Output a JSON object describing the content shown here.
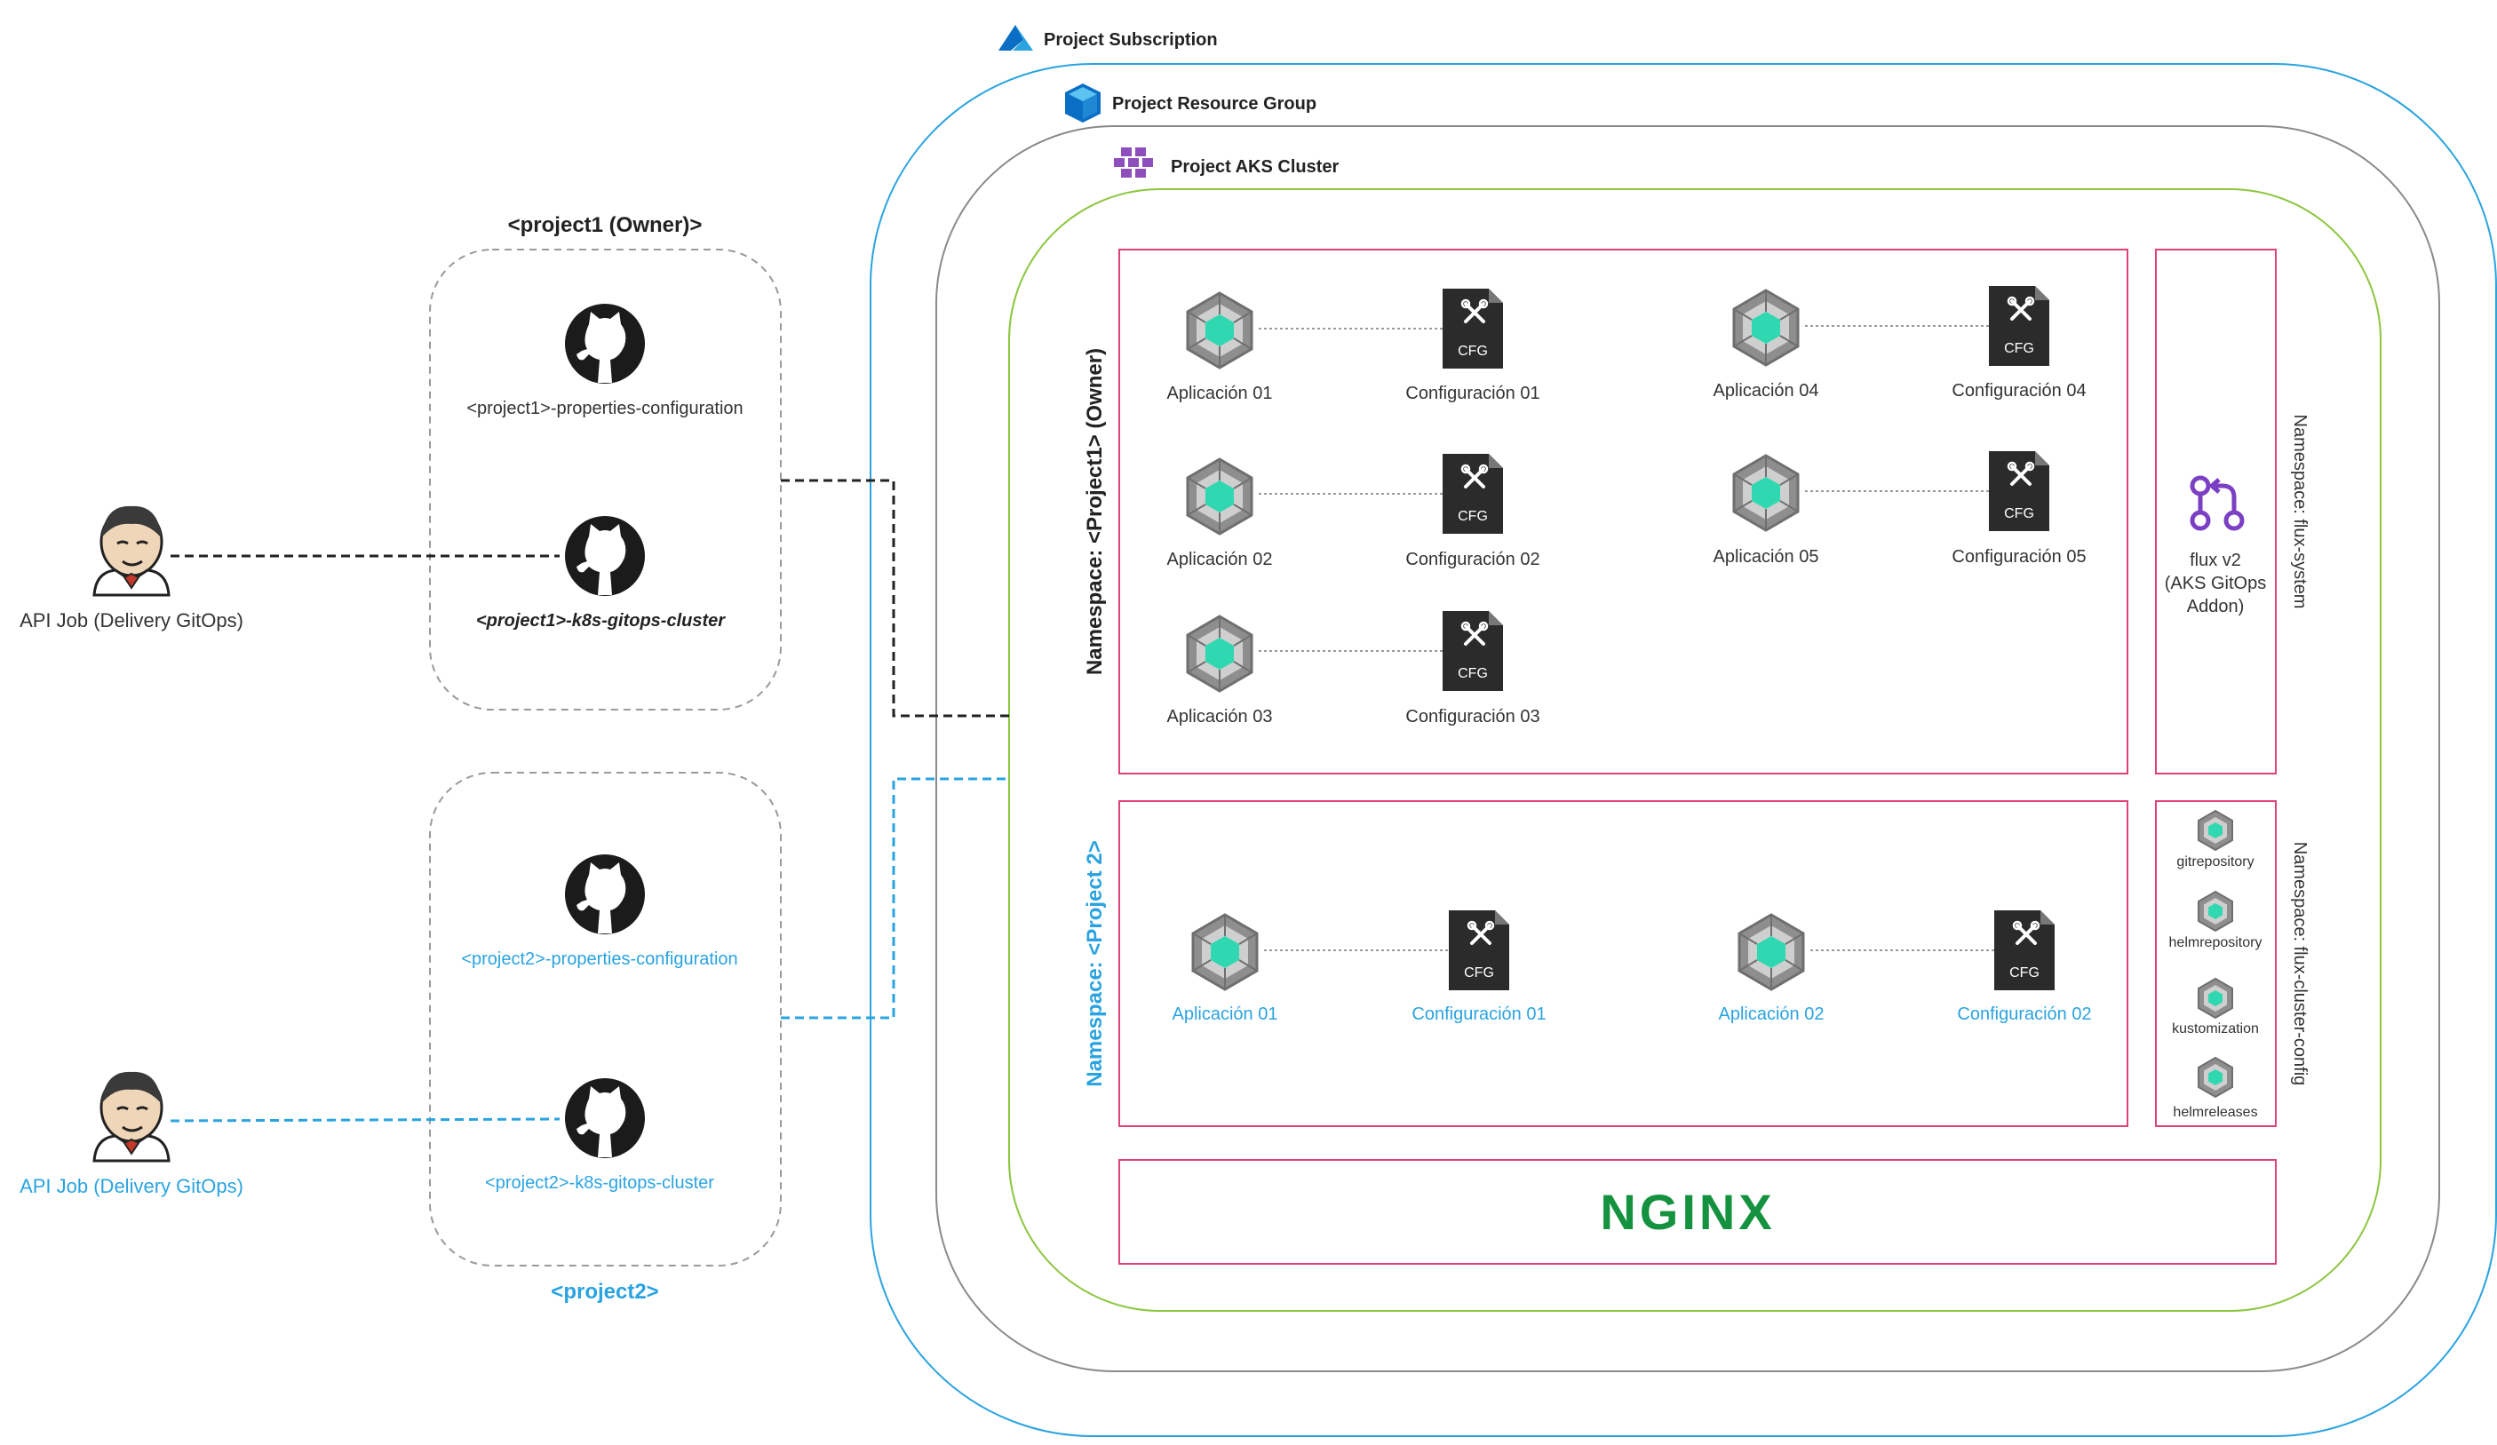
{
  "colors": {
    "subscription_border": "#2aa3e0",
    "resource_group_border": "#8a8a8a",
    "aks_border": "#8cc63f",
    "namespace_border": "#e0407a",
    "project2_blue": "#2aa3e0",
    "nginx_green": "#15923f",
    "flux_purple": "#7b3fc4",
    "app_icon_teal": "#2fd8b0"
  },
  "azure": {
    "subscription_label": "Project Subscription",
    "resource_group_label": "Project Resource Group",
    "aks_label": "Project AKS Cluster"
  },
  "project1": {
    "group_title": "<project1 (Owner)>",
    "repo_config": "<project1>-properties-configuration",
    "repo_cluster": "<project1>-k8s-gitops-cluster",
    "jenkins_label": "API Job (Delivery GitOps)"
  },
  "project2": {
    "group_title": "<project2>",
    "repo_config": "<project2>-properties-configuration",
    "repo_cluster": "<project2>-k8s-gitops-cluster",
    "jenkins_label": "API Job (Delivery GitOps)"
  },
  "namespace1": {
    "title": "Namespace: <Project1> (Owner)",
    "cfg_badge": "CFG",
    "apps": [
      {
        "app": "Aplicación 01",
        "cfg": "Configuración 01"
      },
      {
        "app": "Aplicación 02",
        "cfg": "Configuración 02"
      },
      {
        "app": "Aplicación 03",
        "cfg": "Configuración 03"
      },
      {
        "app": "Aplicación 04",
        "cfg": "Configuración 04"
      },
      {
        "app": "Aplicación 05",
        "cfg": "Configuración 05"
      }
    ]
  },
  "namespace2": {
    "title": "Namespace: <Project 2>",
    "apps": [
      {
        "app": "Aplicación 01",
        "cfg": "Configuración 01"
      },
      {
        "app": "Aplicación 02",
        "cfg": "Configuración 02"
      }
    ]
  },
  "flux_system": {
    "namespace_label": "Namespace: flux-system",
    "flux_lines": [
      "flux v2",
      "(AKS GitOps",
      "Addon)"
    ]
  },
  "flux_cluster_config": {
    "namespace_label": "Namespace: flux-cluster-config",
    "items": [
      "gitrepository",
      "helmrepository",
      "kustomization",
      "helmreleases"
    ]
  },
  "nginx": {
    "logo_text": "NGINX"
  }
}
